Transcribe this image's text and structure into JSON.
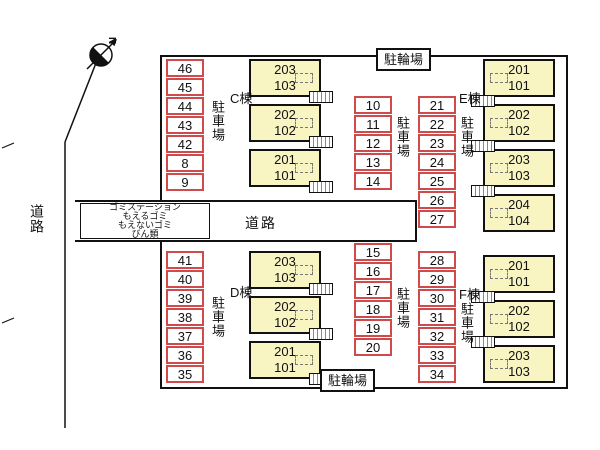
{
  "colors": {
    "cell_border": "#cf4a4a",
    "building_fill": "#f8f5c2"
  },
  "compass": {
    "label": "N"
  },
  "left_road_label": "道路",
  "road": {
    "label": "道路",
    "garbage_lines": [
      "ゴミステーション",
      "もえるゴミ",
      "もえないゴミ",
      "びん類"
    ]
  },
  "bike_parking_top": "駐輪場",
  "bike_parking_bottom": "駐輪場",
  "parking_lot_label": "駐車場",
  "stalls": {
    "left_top": [
      "46",
      "45",
      "44",
      "43",
      "42",
      "8",
      "9"
    ],
    "left_bottom": [
      "41",
      "40",
      "39",
      "38",
      "37",
      "36",
      "35"
    ],
    "mid_left_top": [
      "10",
      "11",
      "12",
      "13",
      "14"
    ],
    "mid_left_bottom": [
      "15",
      "16",
      "17",
      "18",
      "19",
      "20"
    ],
    "mid_right_top": [
      "21",
      "22",
      "23",
      "24",
      "25",
      "26",
      "27"
    ],
    "mid_right_bottom": [
      "28",
      "29",
      "30",
      "31",
      "32",
      "33",
      "34"
    ]
  },
  "buildings": {
    "c": {
      "label": "C棟",
      "units": [
        {
          "upper": "203",
          "lower": "103"
        },
        {
          "upper": "202",
          "lower": "102"
        },
        {
          "upper": "201",
          "lower": "101"
        }
      ]
    },
    "d": {
      "label": "D棟",
      "units": [
        {
          "upper": "203",
          "lower": "103"
        },
        {
          "upper": "202",
          "lower": "102"
        },
        {
          "upper": "201",
          "lower": "101"
        }
      ]
    },
    "e": {
      "label": "E棟",
      "units": [
        {
          "upper": "201",
          "lower": "101"
        },
        {
          "upper": "202",
          "lower": "102"
        },
        {
          "upper": "203",
          "lower": "103"
        },
        {
          "upper": "204",
          "lower": "104"
        }
      ]
    },
    "f": {
      "label": "F棟",
      "units": [
        {
          "upper": "201",
          "lower": "101"
        },
        {
          "upper": "202",
          "lower": "102"
        },
        {
          "upper": "203",
          "lower": "103"
        }
      ]
    }
  }
}
